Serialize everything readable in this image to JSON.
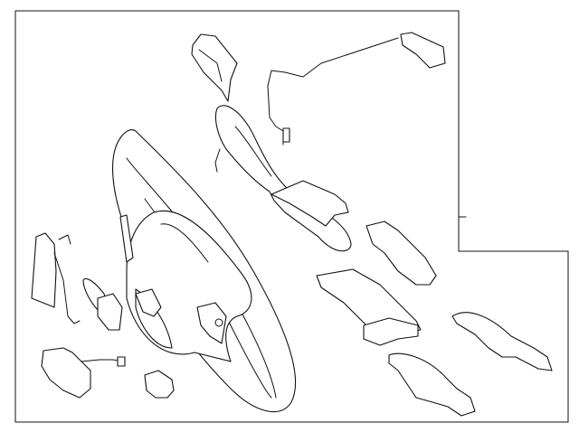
{
  "diagram": {
    "colors": {
      "line": "#111111",
      "background": "#ffffff"
    },
    "parts": [
      {
        "id": "steering-wheel"
      },
      {
        "id": "switch-module-top"
      },
      {
        "id": "wire-harness"
      },
      {
        "id": "upper-trim-cover"
      },
      {
        "id": "right-switch-bracket"
      },
      {
        "id": "right-lower-cover"
      },
      {
        "id": "right-side-trim"
      },
      {
        "id": "lower-trim-piece"
      },
      {
        "id": "left-harness-switch"
      },
      {
        "id": "left-paddle"
      },
      {
        "id": "left-control-switch"
      },
      {
        "id": "small-switch"
      }
    ]
  }
}
